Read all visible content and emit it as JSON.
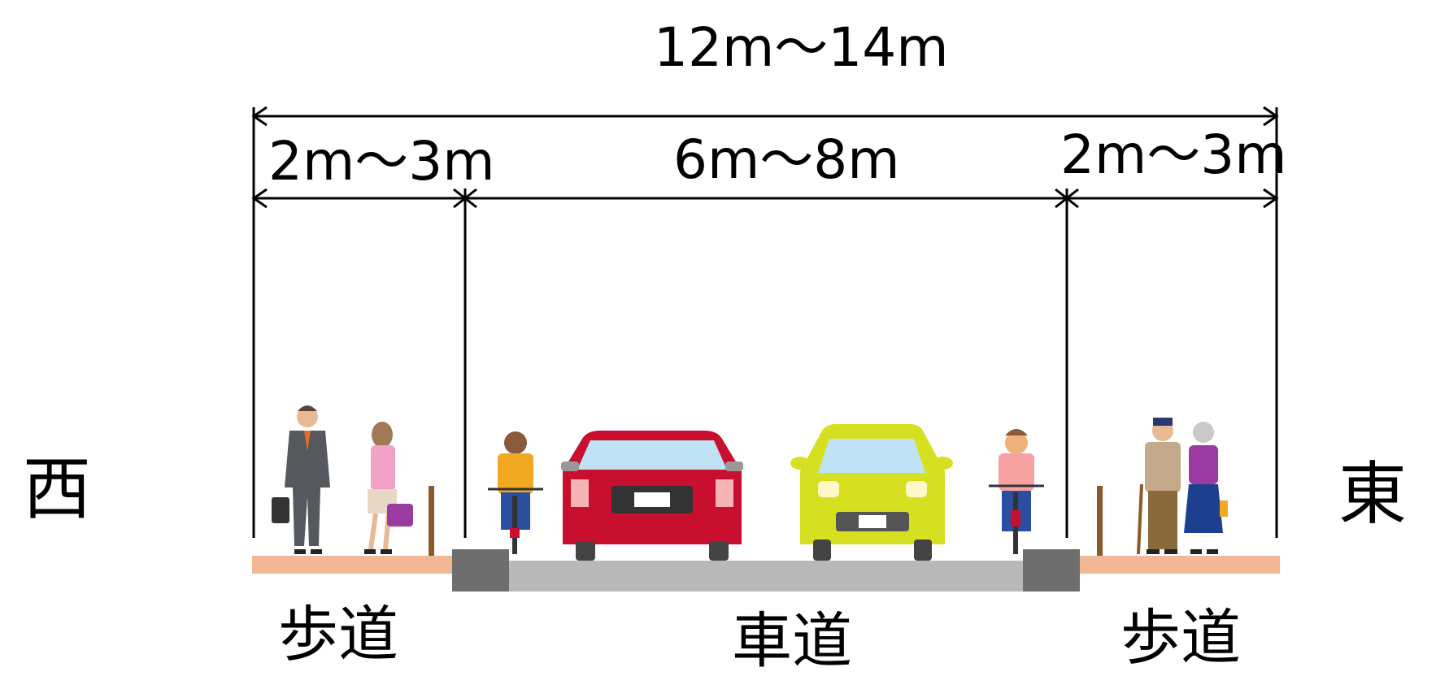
{
  "dimensions": {
    "total": "12m〜14m",
    "sidewalk_left": "2m〜3m",
    "roadway": "6m〜8m",
    "sidewalk_right": "2m〜3m"
  },
  "directions": {
    "west": "西",
    "east": "東"
  },
  "zones": {
    "sidewalk_left": "歩道",
    "roadway": "車道",
    "sidewalk_right": "歩道"
  },
  "colors": {
    "sidewalk": "#f2b896",
    "road_surface": "#b9b9b9",
    "curb": "#6e6e6e",
    "red_car": "#c8102e",
    "yellow_car": "#d6e021",
    "bollard": "#8b5a2b"
  }
}
